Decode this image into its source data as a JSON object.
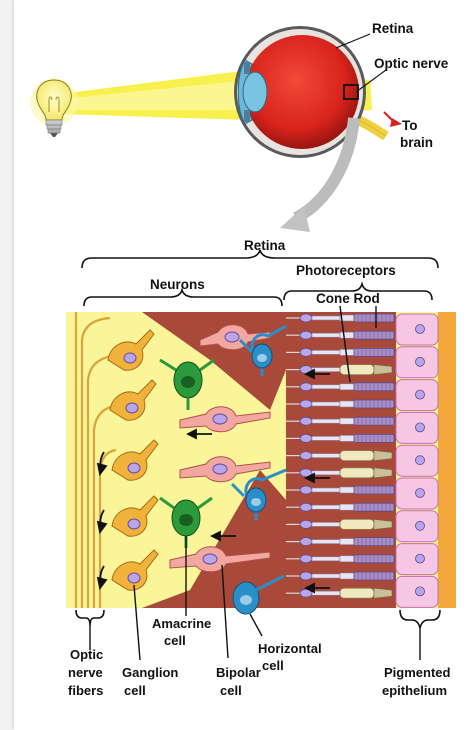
{
  "labels": {
    "retina_eye": "Retina",
    "optic_nerve": "Optic nerve",
    "to_brain_1": "To",
    "to_brain_2": "brain",
    "retina_section": "Retina",
    "neurons": "Neurons",
    "photoreceptors": "Photoreceptors",
    "cone_rod": "Cone Rod",
    "amacrine_1": "Amacrine",
    "amacrine_2": "cell",
    "horizontal_1": "Horizontal",
    "horizontal_2": "cell",
    "optic_fibers_1": "Optic",
    "optic_fibers_2": "nerve",
    "optic_fibers_3": "fibers",
    "ganglion_1": "Ganglion",
    "ganglion_2": "cell",
    "bipolar_1": "Bipolar",
    "bipolar_2": "cell",
    "pigmented_1": "Pigmented",
    "pigmented_2": "epithelium"
  },
  "colors": {
    "light_beam": "#f6ee3a",
    "eyeball": "#d9241c",
    "tissue_yellow": "#fbf59a",
    "tissue_brown": "#a8493a",
    "ganglion": "#f0b23a",
    "bipolar": "#f2a8a0",
    "amacrine": "#2a9a3a",
    "horizontal": "#2a8ec8",
    "rod": "#a98fc4",
    "cone": "#f0e9c0",
    "epithelium": "#f6c6e4"
  },
  "icons": [
    "light-bulb-icon",
    "eye-illustration",
    "arrow-icon"
  ]
}
